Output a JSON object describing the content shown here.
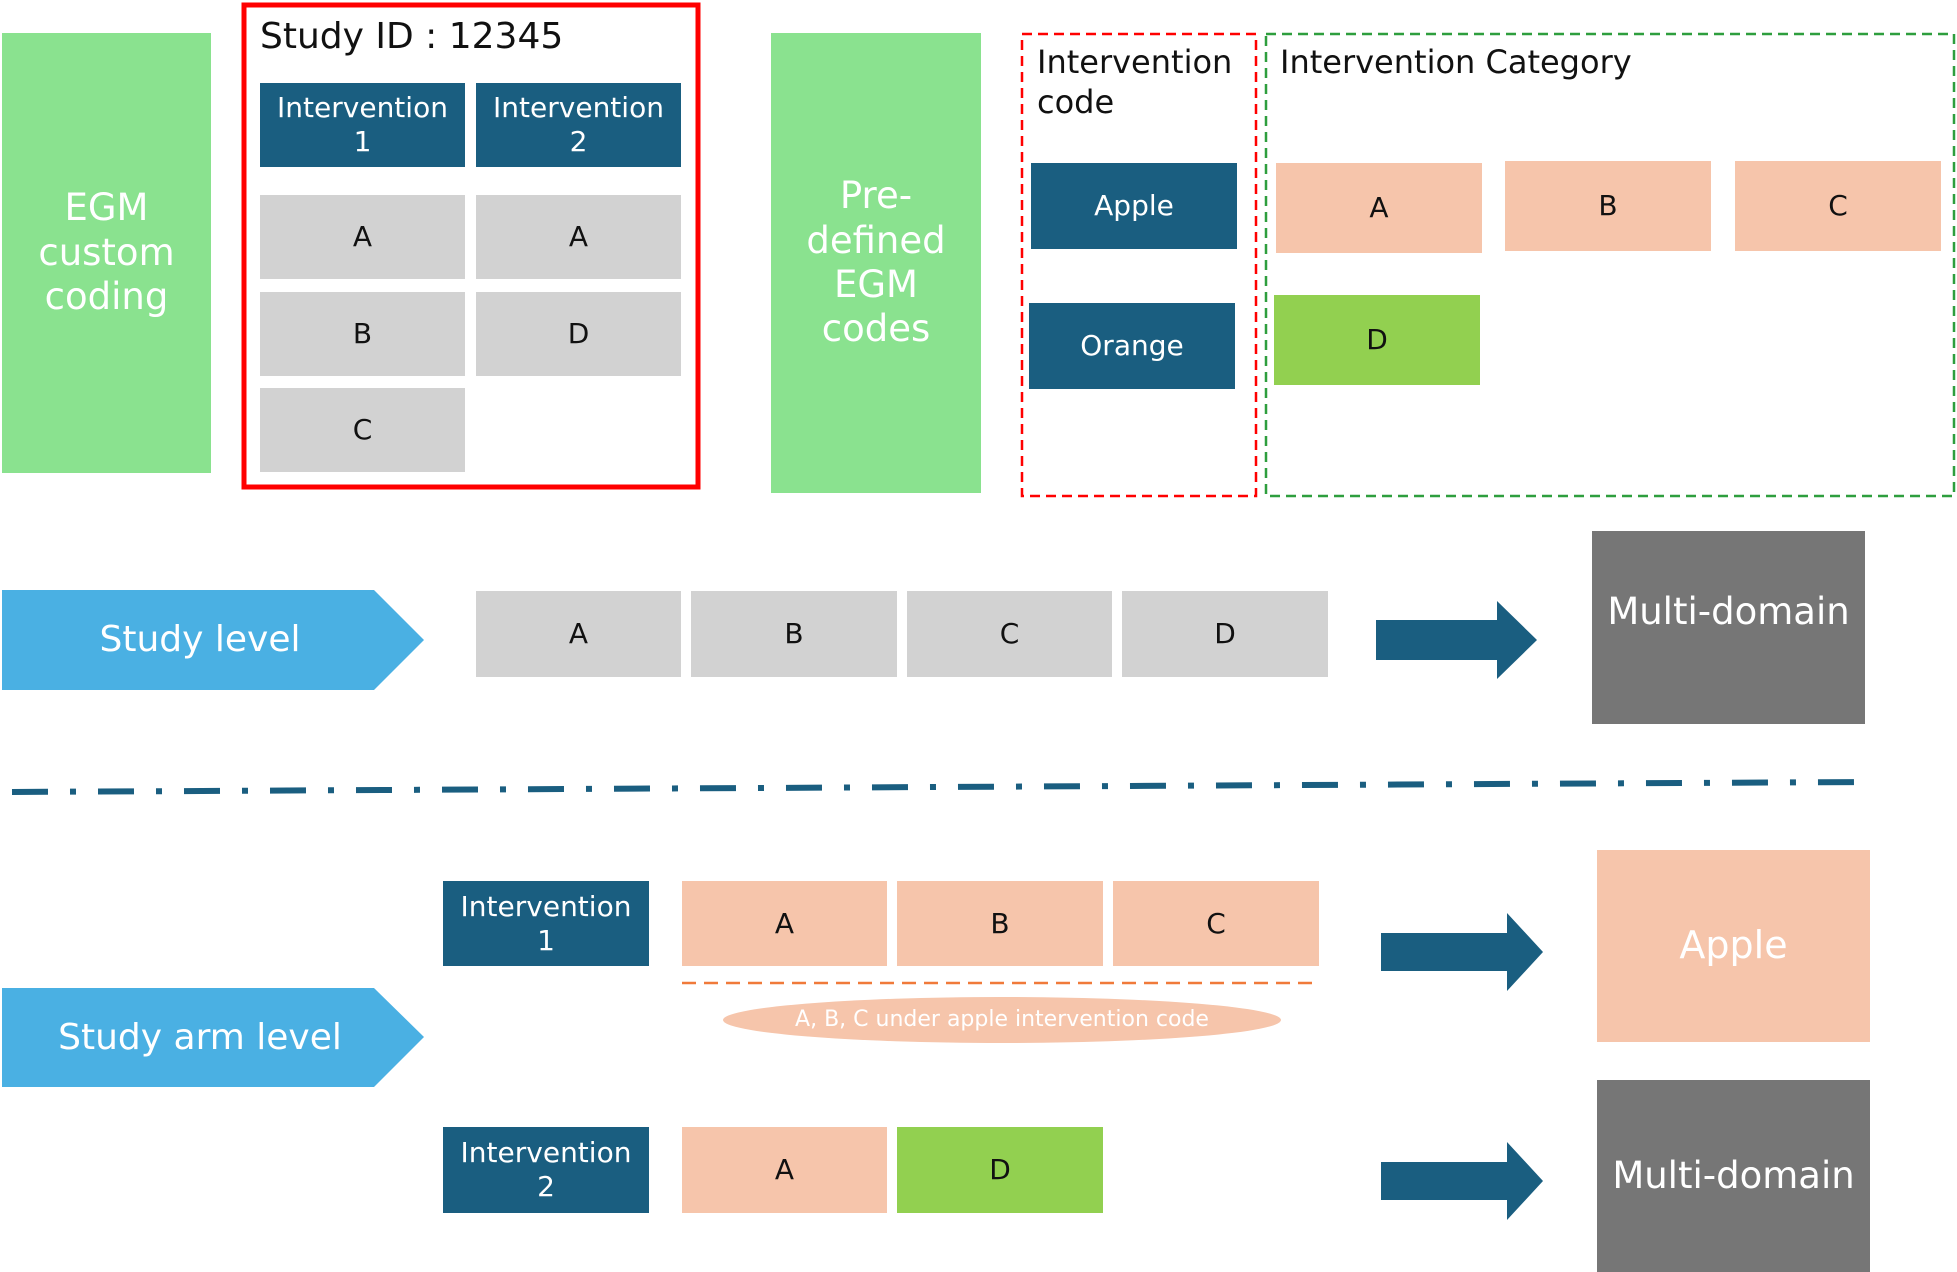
{
  "colors": {
    "green_block": "#8ae28f",
    "navy": "#1a5e80",
    "gray_cell": "#d2d2d2",
    "peach": "#f6c5ab",
    "lime": "#92d050",
    "sky": "#4ab0e3",
    "dark_gray": "#767676",
    "red": "#ff0000",
    "dashed_green": "#2e9e3e",
    "orange_dash": "#f07a3a",
    "white": "#ffffff"
  },
  "left_label": "EGM\ncustom\ncoding",
  "study_box": {
    "title": "Study ID : 12345",
    "interventions": [
      "Intervention\n1",
      "Intervention\n2"
    ],
    "col1": [
      "A",
      "B",
      "C"
    ],
    "col2": [
      "A",
      "D"
    ]
  },
  "predefined_label": "Pre-\ndefined\nEGM\ncodes",
  "intervention_code": {
    "title": "Intervention\ncode",
    "items": [
      "Apple",
      "Orange"
    ]
  },
  "intervention_category": {
    "title": "Intervention  Category",
    "items": [
      "A",
      "B",
      "C",
      "D"
    ]
  },
  "study_level": {
    "label": "Study level",
    "cells": [
      "A",
      "B",
      "C",
      "D"
    ],
    "result": "Multi-domain"
  },
  "study_arm_level": {
    "label": "Study arm level",
    "arm1": {
      "label": "Intervention\n1",
      "cells": [
        "A",
        "B",
        "C"
      ],
      "note": "A,  B,  C  under  apple  intervention  code",
      "result": "Apple"
    },
    "arm2": {
      "label": "Intervention\n2",
      "cells": [
        "A",
        "D"
      ],
      "result": "Multi-domain"
    }
  }
}
